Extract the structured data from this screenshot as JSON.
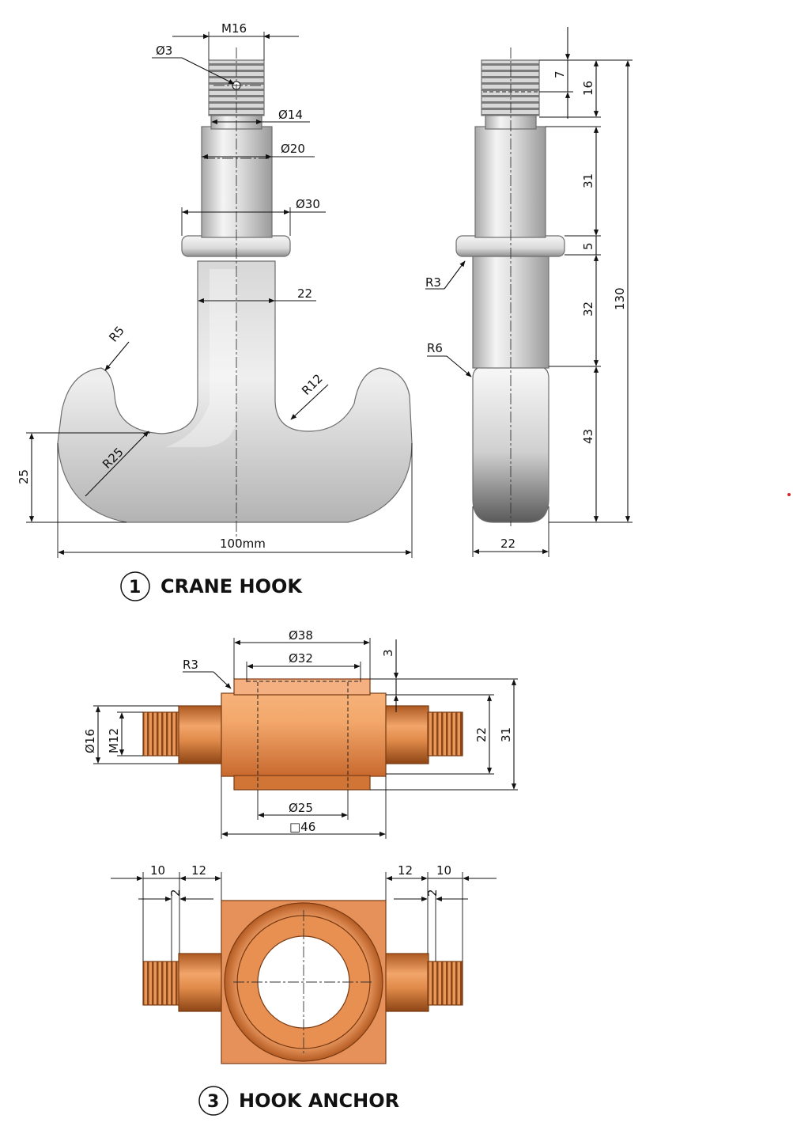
{
  "parts": [
    {
      "number": "1",
      "title": "CRANE HOOK"
    },
    {
      "number": "3",
      "title": "HOOK ANCHOR"
    }
  ],
  "crane_hook": {
    "front": {
      "thread": "M16",
      "pin_hole": "Ø3",
      "thread_root": "Ø14",
      "shank": "Ø20",
      "collar": "Ø30",
      "neck": "22",
      "tip_radius": "R5",
      "inner_radius": "R12",
      "bottom_radius": "R25",
      "height": "25",
      "width": "100mm"
    },
    "side": {
      "d7": "7",
      "d16": "16",
      "d31": "31",
      "d5": "5",
      "d32": "32",
      "d43": "43",
      "d130": "130",
      "fillet_small": "R3",
      "fillet_large": "R6",
      "thickness": "22"
    }
  },
  "hook_anchor": {
    "front": {
      "outer_bore": "Ø38",
      "inner_bore": "Ø32",
      "fillet": "R3",
      "pin_dia": "Ø16",
      "thread": "M12",
      "recess": "3",
      "height_inner": "22",
      "height_total": "31",
      "hole": "Ø25",
      "square": "□46"
    },
    "top": {
      "left_thread_len": "10",
      "left_shoulder_len": "12",
      "left_groove": "2",
      "right_shoulder_len": "12",
      "right_thread_len": "10",
      "right_groove": "2"
    }
  },
  "colors": {
    "steel_light": "#f2f2f2",
    "steel_dark": "#9a9a9a",
    "copper_light": "#f0a66a",
    "copper_dark": "#a9521d",
    "marker_red": "#e02020"
  }
}
